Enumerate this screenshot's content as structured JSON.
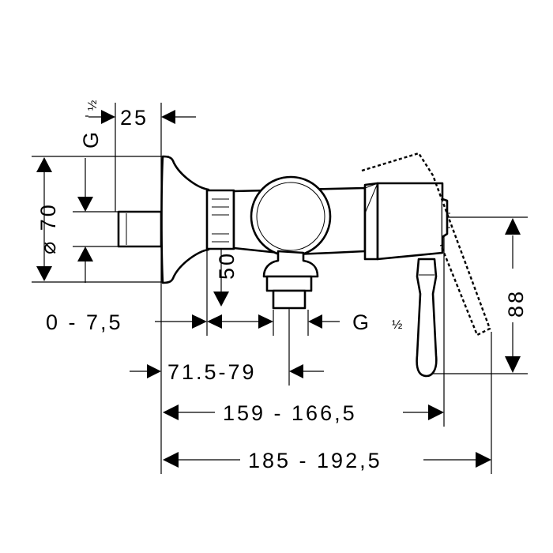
{
  "dimensions": {
    "g_half_top": "G",
    "g_half_top_frac": "½",
    "d25": "25",
    "dia70": "⌀ 70",
    "d50": "50",
    "d0_75": "0  -  7,5",
    "g_half_outlet": "G",
    "g_half_outlet_frac": "½",
    "d71": "71.5-79",
    "d88": "88",
    "d159": "159  -  166,5",
    "d185": "185  -  192,5"
  }
}
